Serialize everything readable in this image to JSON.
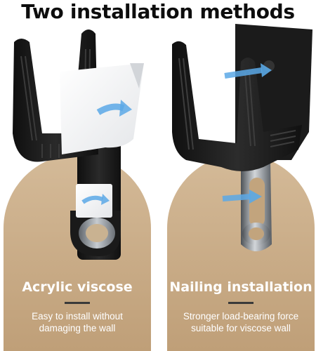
{
  "header": {
    "title": "Two installation methods"
  },
  "colors": {
    "panel_background": "#c4a57f",
    "panel_background_light": "#d6bd9b",
    "panel_text": "#ffffff",
    "divider": "#3a3a3a",
    "holder_black": "#1e1e1e",
    "metal": "#9aa0a6",
    "arrow_blue": "#5aa8e6"
  },
  "methods": [
    {
      "label": "Acrylic viscose",
      "description_line1": "Easy to install without",
      "description_line2": "damaging the wall",
      "illustration": "holder-with-adhesive-tape"
    },
    {
      "label": "Nailing installation",
      "description_line1": "Stronger load-bearing force",
      "description_line2": "suitable for viscose wall",
      "illustration": "holder-with-screw-mount"
    }
  ]
}
